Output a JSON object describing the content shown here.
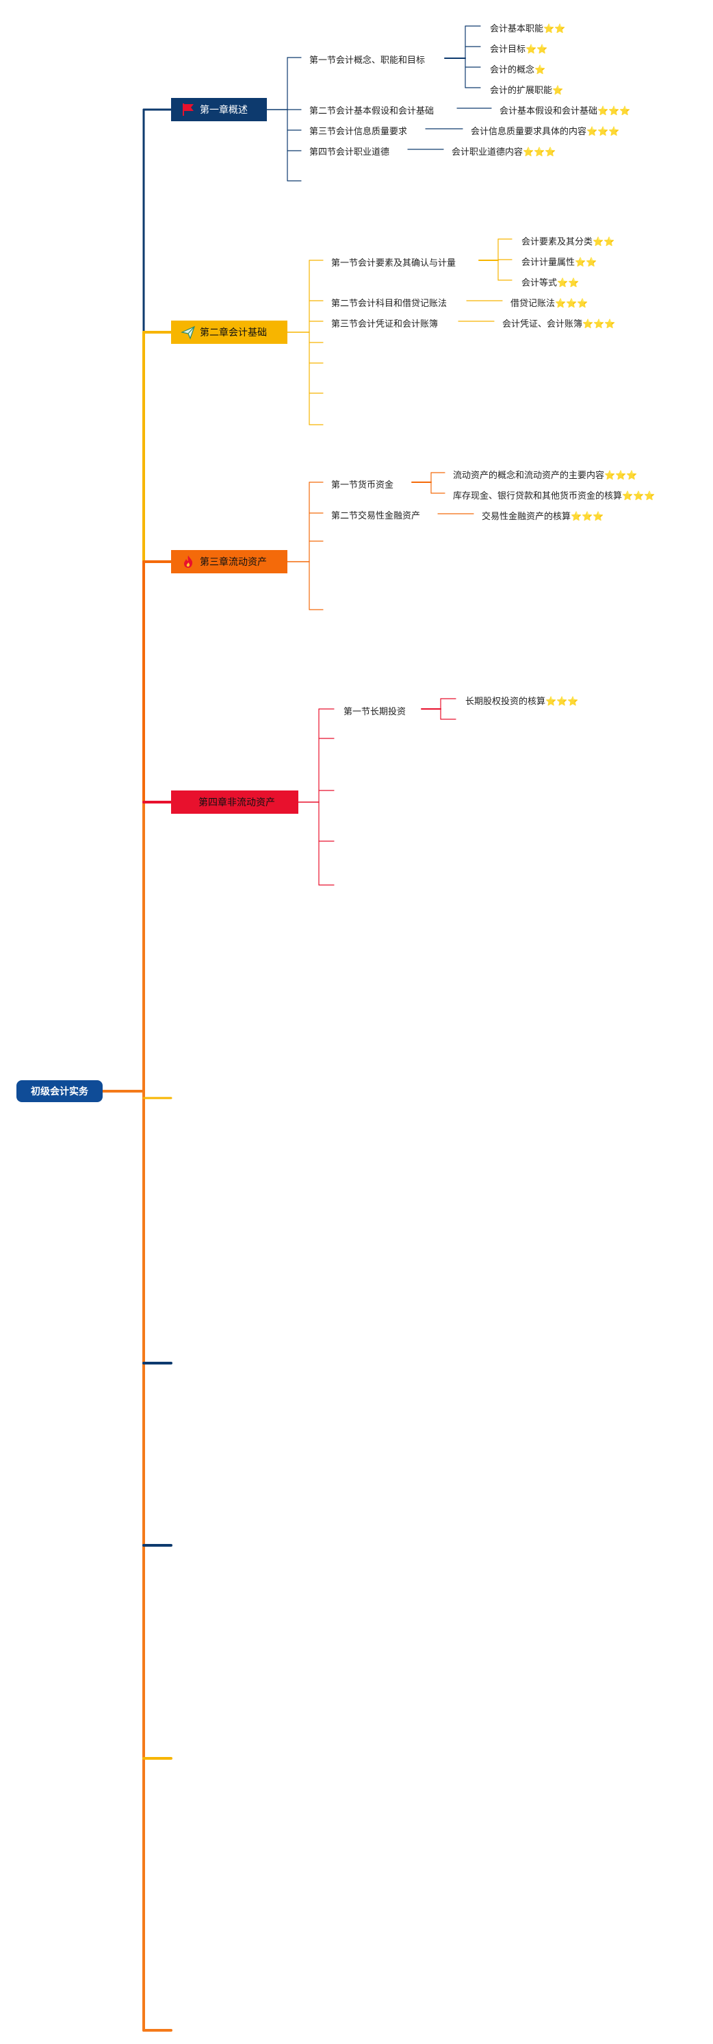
{
  "root": {
    "label": "初级会计实务"
  },
  "colors": {
    "root": "#0f4c97",
    "ch1": "#0d3a6e",
    "ch2": "#f7b500",
    "ch3": "#f46a0a",
    "ch4": "#e8112d",
    "trunk_orange": "#f47a1a",
    "trunk_dark": "#c5571a",
    "star": "#f5c400"
  },
  "chapters": [
    {
      "label": "第一章概述",
      "icon": "flag-icon",
      "sections": [
        {
          "label": "第一节会计概念、职能和目标",
          "items": [
            {
              "label": "会计基本职能",
              "stars": "⭐⭐"
            },
            {
              "label": "会计目标",
              "stars": "⭐⭐"
            },
            {
              "label": "会计的概念",
              "stars": "⭐"
            },
            {
              "label": "会计的扩展职能",
              "stars": "⭐"
            }
          ]
        },
        {
          "label": "第二节会计基本假设和会计基础",
          "items": [
            {
              "label": "会计基本假设和会计基础",
              "stars": "⭐⭐⭐"
            }
          ]
        },
        {
          "label": "第三节会计信息质量要求",
          "items": [
            {
              "label": "会计信息质量要求具体的内容",
              "stars": "⭐⭐⭐"
            }
          ]
        },
        {
          "label": "第四节会计职业道德",
          "items": [
            {
              "label": "会计职业道德内容",
              "stars": "⭐⭐⭐"
            }
          ]
        }
      ]
    },
    {
      "label": "第二章会计基础",
      "icon": "paper-plane-icon",
      "sections": [
        {
          "label": "第一节会计要素及其确认与计量",
          "items": [
            {
              "label": "会计要素及其分类",
              "stars": "⭐⭐"
            },
            {
              "label": "会计计量属性",
              "stars": "⭐⭐"
            },
            {
              "label": "会计等式",
              "stars": "⭐⭐"
            }
          ]
        },
        {
          "label": "第二节会计科目和借贷记账法",
          "items": [
            {
              "label": "借贷记账法",
              "stars": "⭐⭐⭐"
            }
          ]
        },
        {
          "label": "第三节会计凭证和会计账簿",
          "items": [
            {
              "label": "会计凭证、会计账簿",
              "stars": "⭐⭐⭐"
            }
          ]
        }
      ]
    },
    {
      "label": "第三章流动资产",
      "icon": "fire-icon",
      "sections": [
        {
          "label": "第一节货币资金",
          "items": [
            {
              "label": "流动资产的概念和流动资产的主要内容",
              "stars": "⭐⭐⭐"
            },
            {
              "label": "库存现金、银行贷款和其他货币资金的核算",
              "stars": "⭐⭐⭐"
            }
          ]
        },
        {
          "label": "第二节交易性金融资产",
          "items": [
            {
              "label": "交易性金融资产的核算",
              "stars": "⭐⭐⭐"
            }
          ]
        }
      ]
    },
    {
      "label": "第四章非流动资产",
      "icon": "",
      "sections": [
        {
          "label": "第一节长期投资",
          "items": [
            {
              "label": "长期股权投资的核算",
              "stars": "⭐⭐⭐"
            }
          ]
        }
      ]
    }
  ]
}
